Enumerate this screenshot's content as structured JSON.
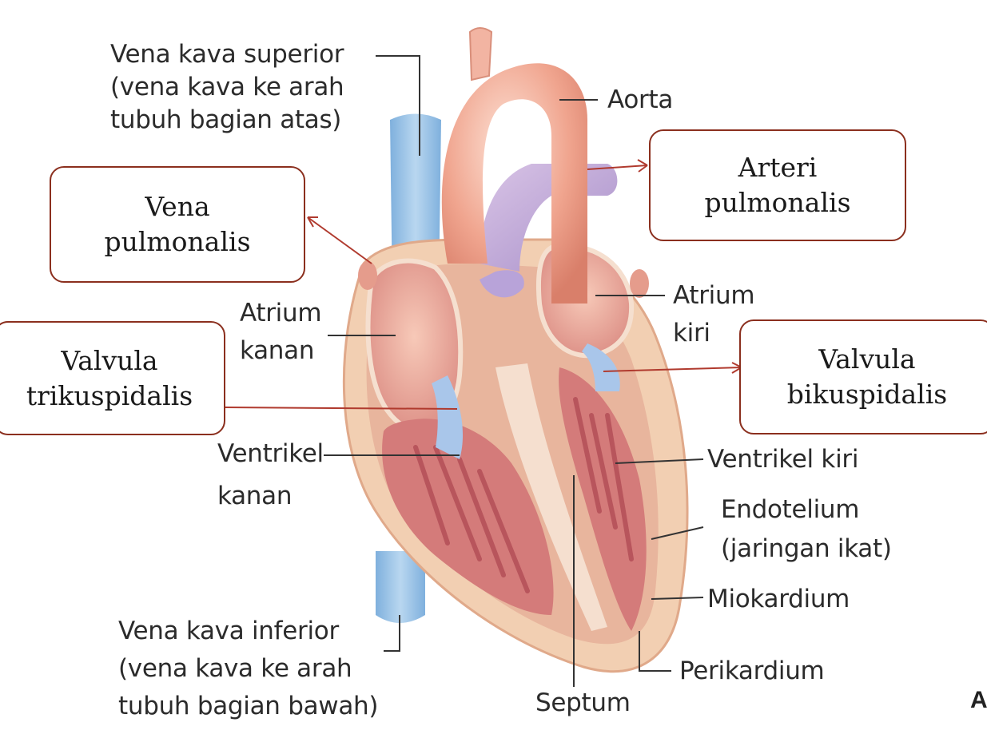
{
  "labels": {
    "vena_kava_superior": [
      "Vena kava superior",
      "(vena kava ke arah",
      "tubuh bagian atas)"
    ],
    "aorta": "Aorta",
    "atrium_kanan": [
      "Atrium",
      "kanan"
    ],
    "atrium_kiri": [
      "Atrium",
      "kiri"
    ],
    "ventrikel_kanan": [
      "Ventrikel",
      "kanan"
    ],
    "ventrikel_kiri": "Ventrikel kiri",
    "endotelium": [
      "Endotelium",
      "(jaringan ikat)"
    ],
    "miokardium": "Miokardium",
    "perikardium": "Perikardium",
    "septum": "Septum",
    "vena_kava_inferior": [
      "Vena kava inferior",
      "(vena kava ke arah",
      "tubuh bagian bawah)"
    ]
  },
  "boxes": {
    "vena_pulmonalis": [
      "Vena",
      "pulmonalis"
    ],
    "arteri_pulmonalis": [
      "Arteri",
      "pulmonalis"
    ],
    "valvula_trikuspidalis": [
      "Valvula",
      "trikuspidalis"
    ],
    "valvula_bikuspidalis": [
      "Valvula",
      "bikuspidalis"
    ]
  },
  "corner_text": "A",
  "colors": {
    "box_border": "#8b2f1e",
    "arrow": "#b03a2e",
    "vein_blue": "#9cc3e6",
    "artery_red": "#e9a08c",
    "myocardium": "#f2cfb2"
  }
}
